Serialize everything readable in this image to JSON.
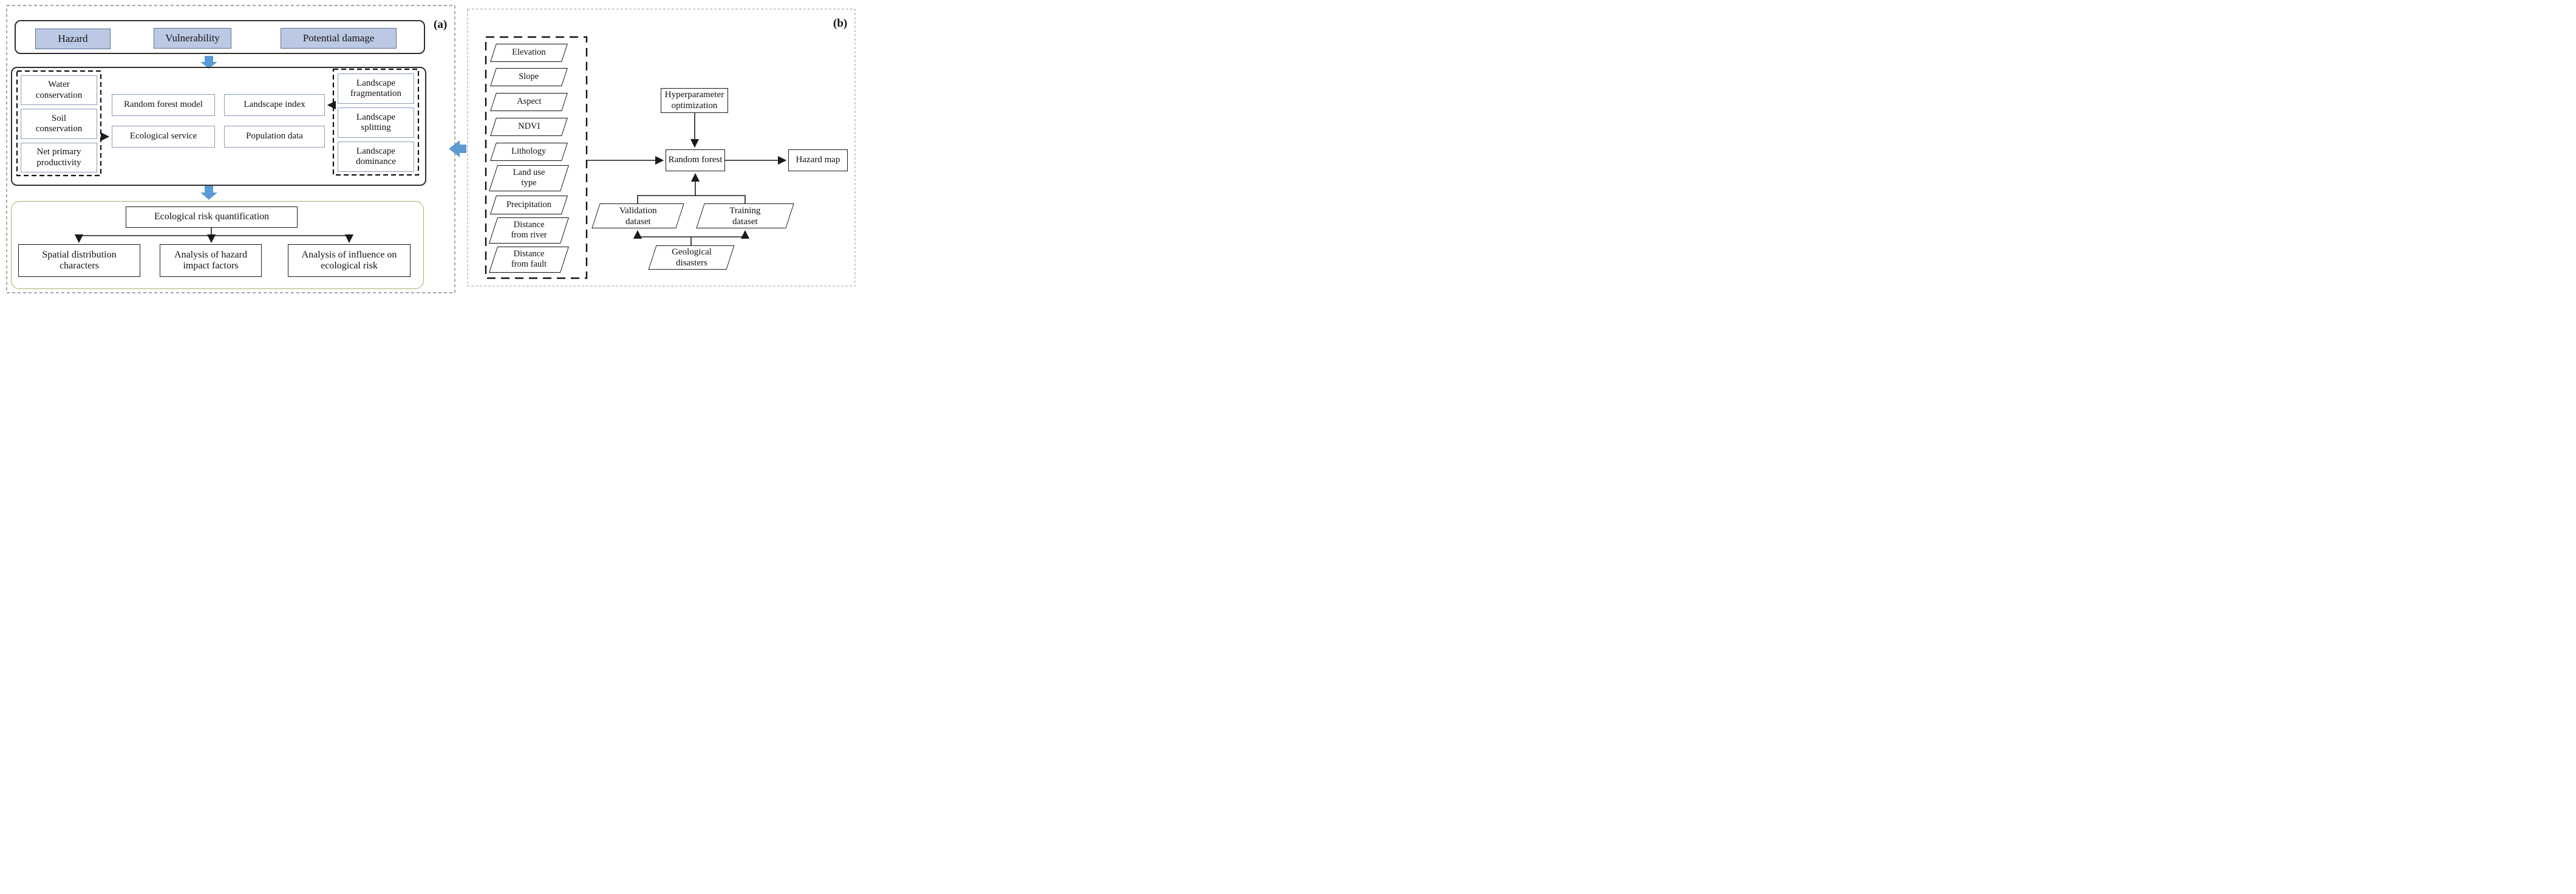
{
  "figure": {
    "description": "Two-panel methodology flowchart"
  },
  "panel_a": {
    "label": "(a)",
    "top_row": [
      "Hazard",
      "Vulnerability",
      "Potential damage"
    ],
    "left_group": [
      "Water conservation",
      "Soil conservation",
      "Net primary productivity"
    ],
    "center": [
      "Random forest model",
      "Landscape index",
      "Ecological service",
      "Population data"
    ],
    "right_group": [
      "Landscape fragmentation",
      "Landscape splitting",
      "Landscape dominance"
    ],
    "quantification": "Ecological risk quantification",
    "outcomes": [
      "Spatial distribution characters",
      "Analysis of hazard impact factors",
      "Analysis of influence on ecological risk"
    ]
  },
  "panel_b": {
    "label": "(b)",
    "factors": [
      "Elevation",
      "Slope",
      "Aspect",
      "NDVI",
      "Lithology",
      "Land use type",
      "Precipitation",
      "Distance from river",
      "Distance from fault"
    ],
    "hyperparameter": "Hyperparameter optimization",
    "random_forest": "Random forest",
    "hazard_map": "Hazard map",
    "validation": "Validation dataset",
    "training": "Training dataset",
    "geological": "Geological disasters"
  },
  "colors": {
    "blue_fill": "#bcc9e4",
    "blue_border": "#5a6f9e",
    "arrow_blue": "#5b9bd5",
    "gold_border": "#b3a96b",
    "node_border": "#8a9cb8"
  }
}
